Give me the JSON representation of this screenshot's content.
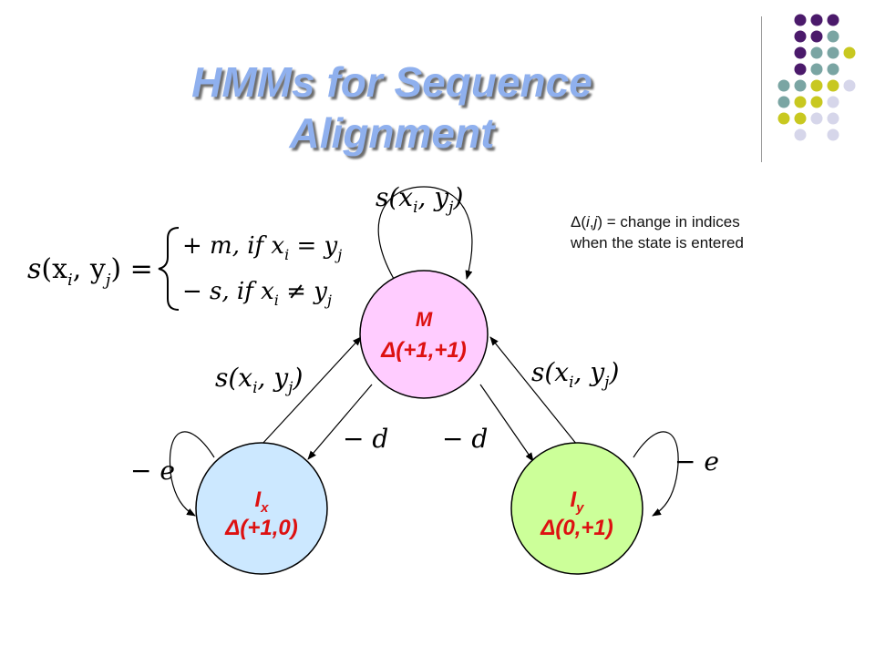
{
  "slide": {
    "title_line1": "HMMs for Sequence",
    "title_line2": "Alignment",
    "note": {
      "delta_sym": "Δ(",
      "i": "i",
      "comma": ",",
      "j": "j",
      "rest": ") = change in indices when the state is entered"
    },
    "formula": {
      "lhs_s": "s",
      "lhs_args": "(x",
      "sub_i": "i",
      "mid": ", y",
      "sub_j": "j",
      "rhs": ") =",
      "case1": "+ m, if x",
      "case1_sub_i": "i",
      "case1_eq": " = y",
      "case1_sub_j": "j",
      "case2": "− s, if x",
      "case2_sub_i": "i",
      "case2_neq": " ≠ y",
      "case2_sub_j": "j"
    },
    "states": [
      {
        "id": "M",
        "name": "M",
        "sub": "",
        "delta": "Δ(+1,+1)",
        "fill": "#ffccff"
      },
      {
        "id": "Ix",
        "name": "I",
        "sub": "x",
        "delta": "Δ(+1,0)",
        "fill": "#cce8ff"
      },
      {
        "id": "Iy",
        "name": "I",
        "sub": "y",
        "delta": "Δ(0,+1)",
        "fill": "#ccff99"
      }
    ],
    "edge_labels": {
      "score_s": "s(x",
      "score_i": "i",
      "score_mid": ", y",
      "score_j": "j",
      "score_end": ")",
      "gap_open": "− d",
      "gap_extend": "− e"
    },
    "colors": {
      "title": "#8fb0ee",
      "state_text": "#dd1111",
      "dot_purple": "#4b1a6b",
      "dot_teal": "#7aa5a3",
      "dot_yellow": "#c8c820",
      "dot_lavender": "#d6d6ea"
    }
  }
}
